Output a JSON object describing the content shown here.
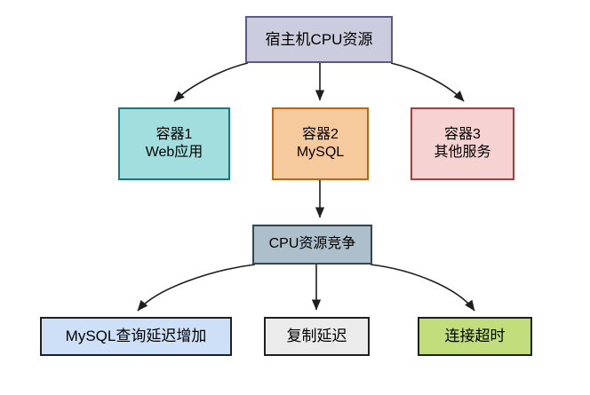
{
  "diagram": {
    "title_text": "宿主机CPU资源",
    "type": "flowchart",
    "background_color": "#ffffff",
    "edge_color": "#1f1f1f",
    "nodes": [
      {
        "id": "host-cpu",
        "lines": [
          "宿主机CPU资源"
        ],
        "fill": "#ccccdf",
        "stroke": "#5b5b8a"
      },
      {
        "id": "container-1",
        "lines": [
          "容器1",
          "Web应用"
        ],
        "fill": "#a2dede",
        "stroke": "#137c82"
      },
      {
        "id": "container-2",
        "lines": [
          "容器2",
          "MySQL"
        ],
        "fill": "#f7ca9d",
        "stroke": "#c0650b"
      },
      {
        "id": "container-3",
        "lines": [
          "容器3",
          "其他服务"
        ],
        "fill": "#f7d2d2",
        "stroke": "#ad3b3b"
      },
      {
        "id": "cpu-contention",
        "lines": [
          "CPU资源竞争"
        ],
        "fill": "#adbfcb",
        "stroke": "#33454f"
      },
      {
        "id": "mysql-latency",
        "lines": [
          "MySQL查询延迟增加"
        ],
        "fill": "#cde0f7",
        "stroke": "#1f1f1f"
      },
      {
        "id": "replication-lag",
        "lines": [
          "复制延迟"
        ],
        "fill": "#ebebeb",
        "stroke": "#1f1f1f"
      },
      {
        "id": "connection-timeout",
        "lines": [
          "连接超时"
        ],
        "fill": "#c2de7c",
        "stroke": "#1f1f1f"
      }
    ],
    "edges": [
      {
        "from": "host-cpu",
        "to": "container-1",
        "style": "curved-arrow"
      },
      {
        "from": "host-cpu",
        "to": "container-2",
        "style": "straight-arrow"
      },
      {
        "from": "host-cpu",
        "to": "container-3",
        "style": "curved-arrow"
      },
      {
        "from": "container-2",
        "to": "cpu-contention",
        "style": "straight-arrow"
      },
      {
        "from": "cpu-contention",
        "to": "mysql-latency",
        "style": "curved-arrow"
      },
      {
        "from": "cpu-contention",
        "to": "replication-lag",
        "style": "straight-arrow"
      },
      {
        "from": "cpu-contention",
        "to": "connection-timeout",
        "style": "curved-arrow"
      }
    ]
  }
}
